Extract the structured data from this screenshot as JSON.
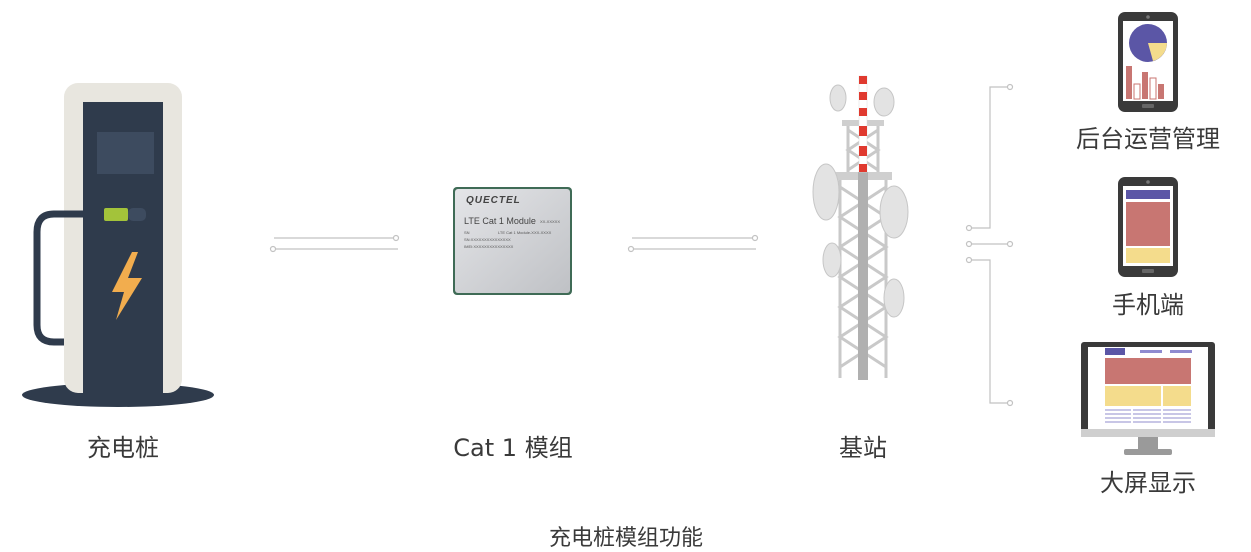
{
  "nodes": {
    "charger": {
      "label": "充电桩"
    },
    "module": {
      "label": "Cat 1 模组",
      "chip": {
        "brand": "QUECTEL",
        "line1": "LTE Cat 1 Module",
        "line1_code": "XX-XXXXX",
        "line2_prefix": "SN",
        "line2": "LTE Cat 1 Module-XXX-XXXX",
        "line3": "SN:XXXXXXXXXXXXXXX",
        "line4": "IMEI:XXXXXXXXXXXXXXX"
      }
    },
    "base_station": {
      "label": "基站"
    },
    "backend": {
      "label": "后台运营管理"
    },
    "mobile": {
      "label": "手机端"
    },
    "display": {
      "label": "大屏显示"
    }
  },
  "caption": "充电桩模组功能",
  "colors": {
    "charger_body": "#2f3b4c",
    "charger_frame": "#e8e6df",
    "charger_screen": "#3d4b5f",
    "plug": "#a3c33a",
    "lightning": "#f2ad4e",
    "tower_red": "#e03a2f",
    "tower_gray": "#c9c9c9",
    "pie_blue": "#5b56a6",
    "pie_yellow": "#f4dc8c",
    "bar_red": "#c87672",
    "line_gray": "#bdbdbd"
  },
  "icons": [
    "charging-station-icon",
    "lte-module-chip-icon",
    "cell-tower-icon",
    "smartphone-dashboard-icon",
    "smartphone-app-icon",
    "monitor-icon"
  ]
}
